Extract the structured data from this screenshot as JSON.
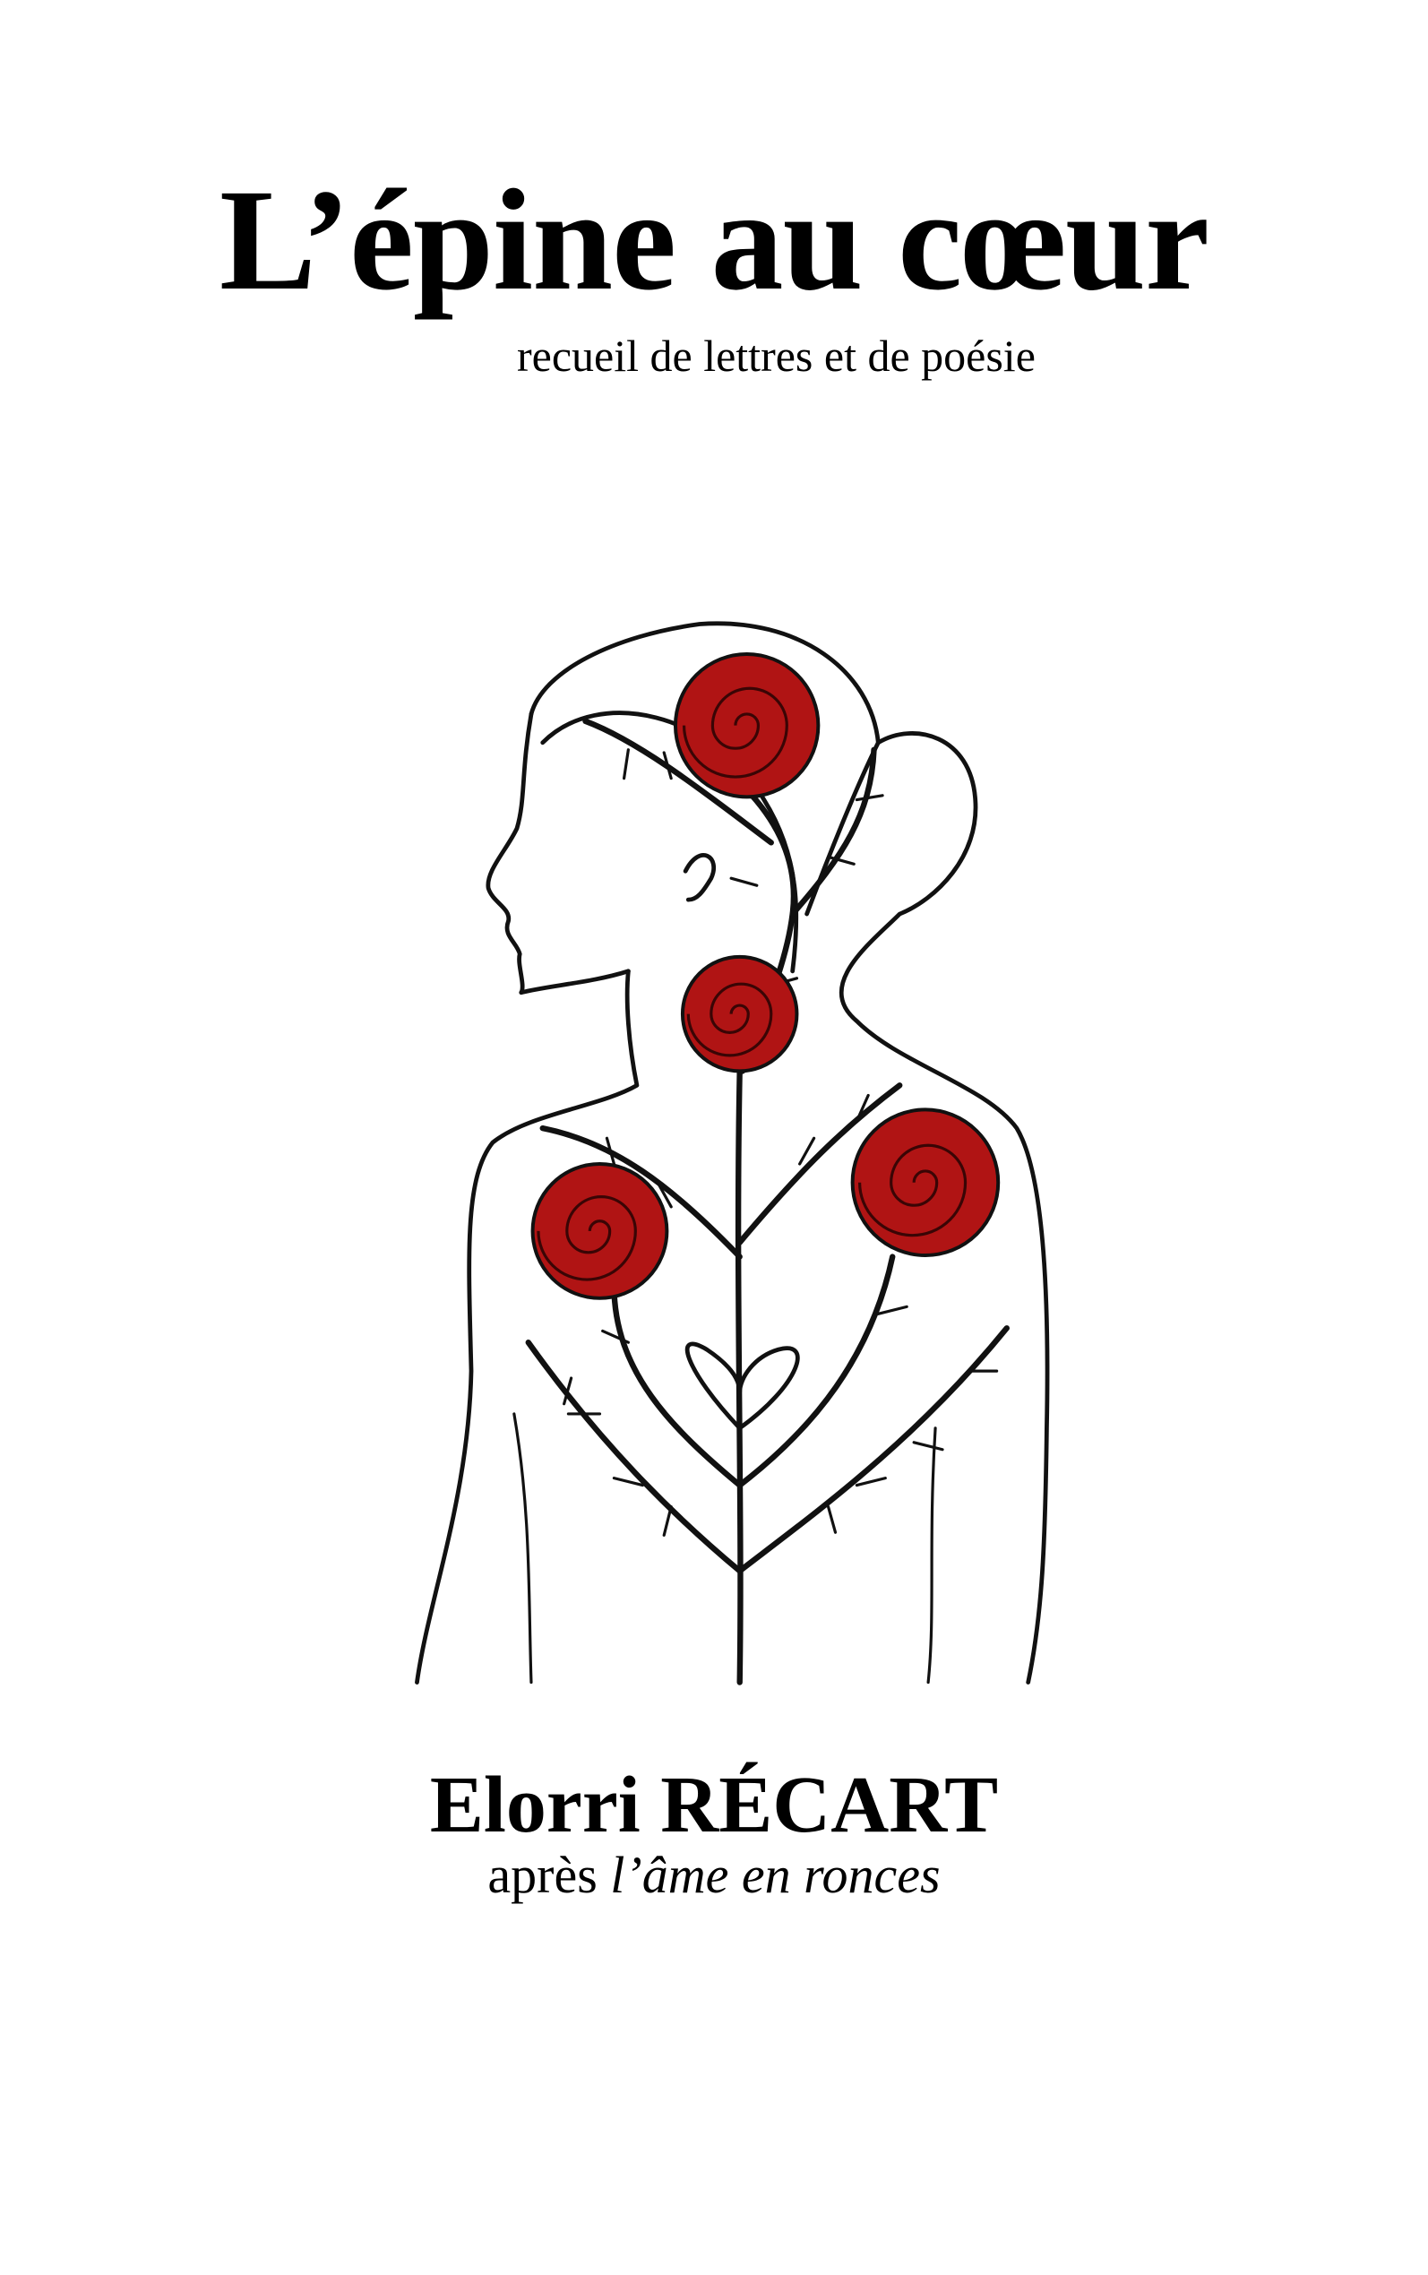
{
  "cover": {
    "title": "L’épine au cœur",
    "subtitle": "recueil de lettres et de poésie",
    "author": "Elorri RÉCART",
    "after_prefix": "après ",
    "after_title": "l’âme en ronces"
  },
  "illustration": {
    "subject": "woman-silhouette-with-thorny-vines-and-roses",
    "rose_color": "#b01414",
    "line_color": "#111111"
  }
}
